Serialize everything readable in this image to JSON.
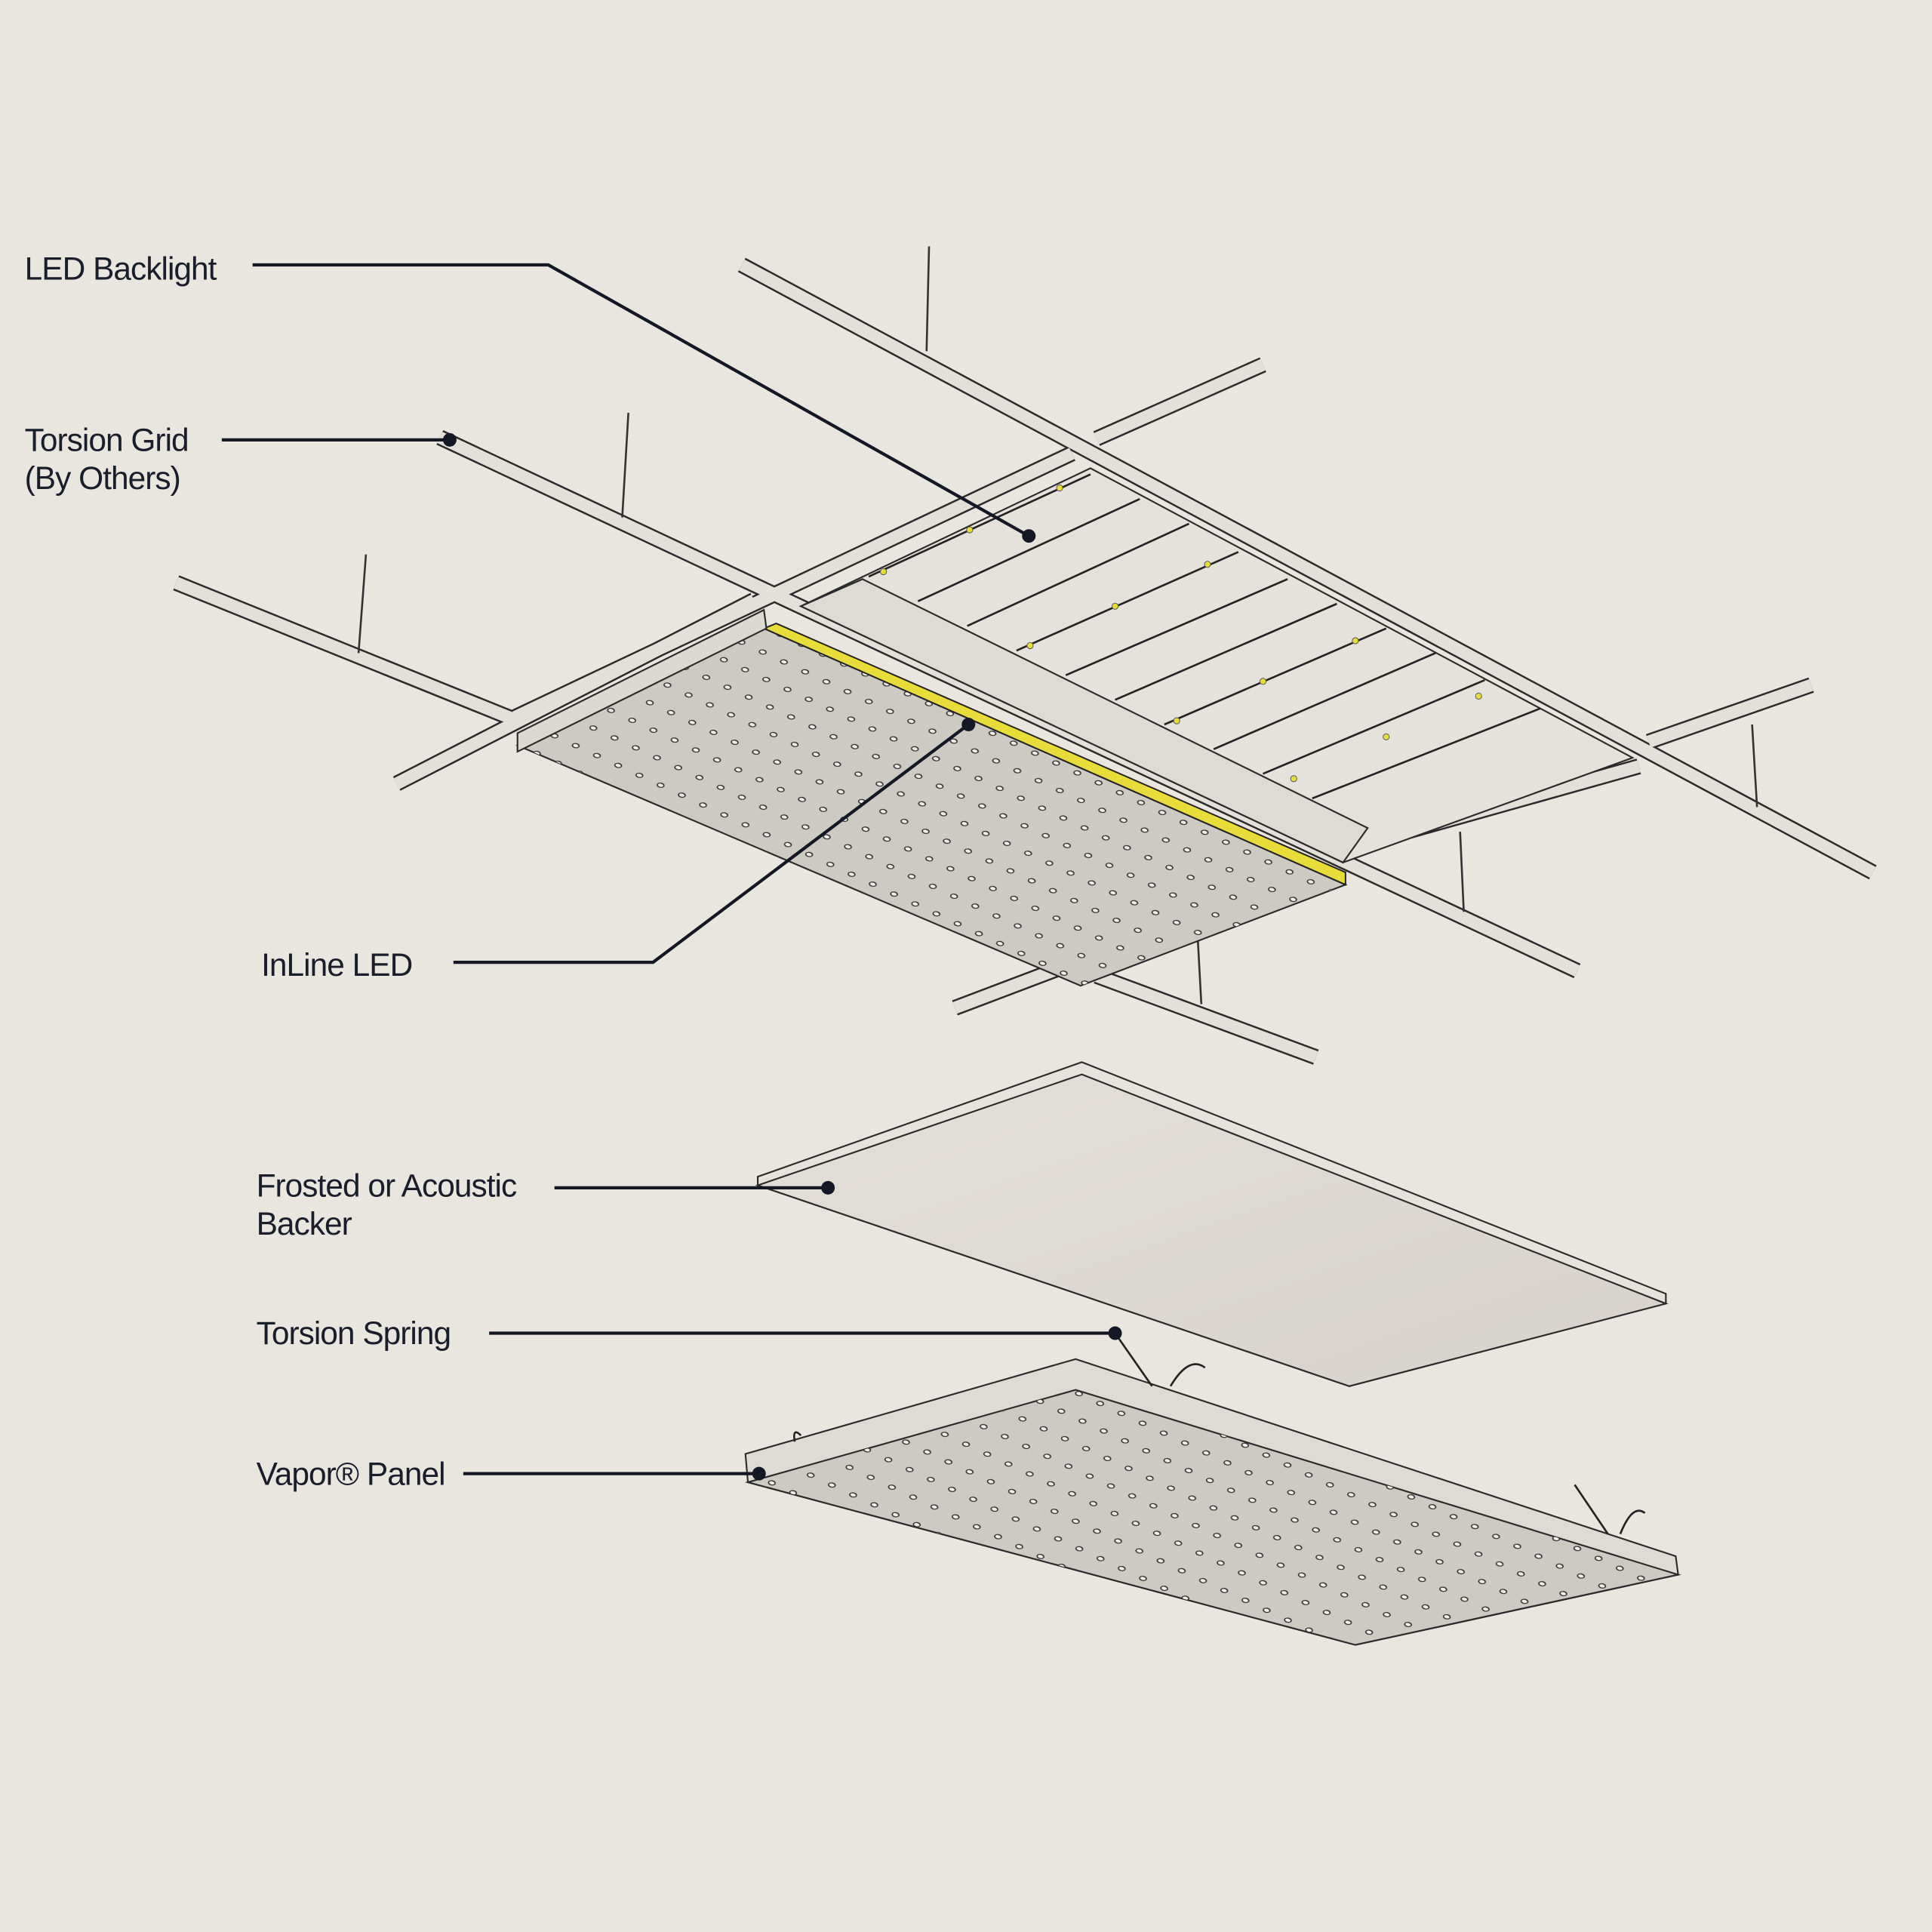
{
  "diagram": {
    "type": "exploded isometric assembly",
    "colors": {
      "background": "#e9e5df",
      "accent_led": "#e8dc3a",
      "ink": "#1a1d2a"
    },
    "labels": [
      {
        "id": "led-backlight",
        "lines": [
          "LED Backlight"
        ]
      },
      {
        "id": "torsion-grid",
        "lines": [
          "Torsion Grid",
          "(By Others)"
        ]
      },
      {
        "id": "inline-led",
        "lines": [
          "InLine LED"
        ]
      },
      {
        "id": "backer",
        "lines": [
          "Frosted or Acoustic",
          "Backer"
        ]
      },
      {
        "id": "torsion-spring",
        "lines": [
          "Torsion Spring"
        ]
      },
      {
        "id": "vapor-panel",
        "lines": [
          "Vapor® Panel"
        ]
      }
    ]
  }
}
